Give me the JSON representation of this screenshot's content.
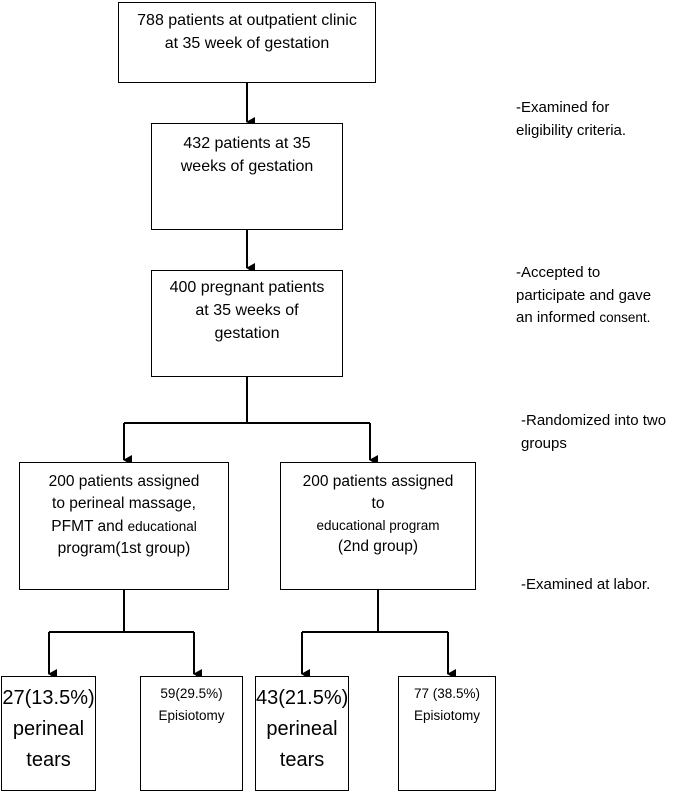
{
  "boxes": {
    "clinic": {
      "lines": [
        "788 patients at outpatient clinic",
        "at 35 week of gestation"
      ]
    },
    "eligible": {
      "lines": [
        "432 patients at 35",
        "weeks of gestation"
      ]
    },
    "consented": {
      "lines": [
        "400 pregnant patients",
        "at 35 weeks of",
        "gestation"
      ]
    },
    "group1": {
      "lines": [
        "200 patients assigned",
        "to perineal massage,",
        "PFMT and",
        "educational",
        "program(1st group)"
      ]
    },
    "group2": {
      "lines": [
        "200 patients assigned",
        "to",
        "educational program",
        "(2nd group)"
      ]
    },
    "g1_tears": {
      "lines": [
        "27(13.5%)",
        "perineal",
        "tears"
      ]
    },
    "g1_episiotomy": {
      "lines": [
        "59(29.5%)",
        "Episiotomy"
      ]
    },
    "g2_tears": {
      "lines": [
        "43(21.5%)",
        "perineal",
        "tears"
      ]
    },
    "g2_episiotomy": {
      "lines": [
        "77 (38.5%)",
        "Episiotomy"
      ]
    }
  },
  "notes": {
    "eligibility": {
      "lines": [
        "-Examined for",
        "eligibility criteria."
      ]
    },
    "consent": {
      "lines": [
        "-Accepted  to",
        "participate and gave",
        "an informed",
        "consent."
      ]
    },
    "randomized": {
      "lines": [
        "-Randomized into two",
        "groups"
      ]
    },
    "labor": {
      "lines": [
        "-Examined at labor."
      ]
    }
  }
}
